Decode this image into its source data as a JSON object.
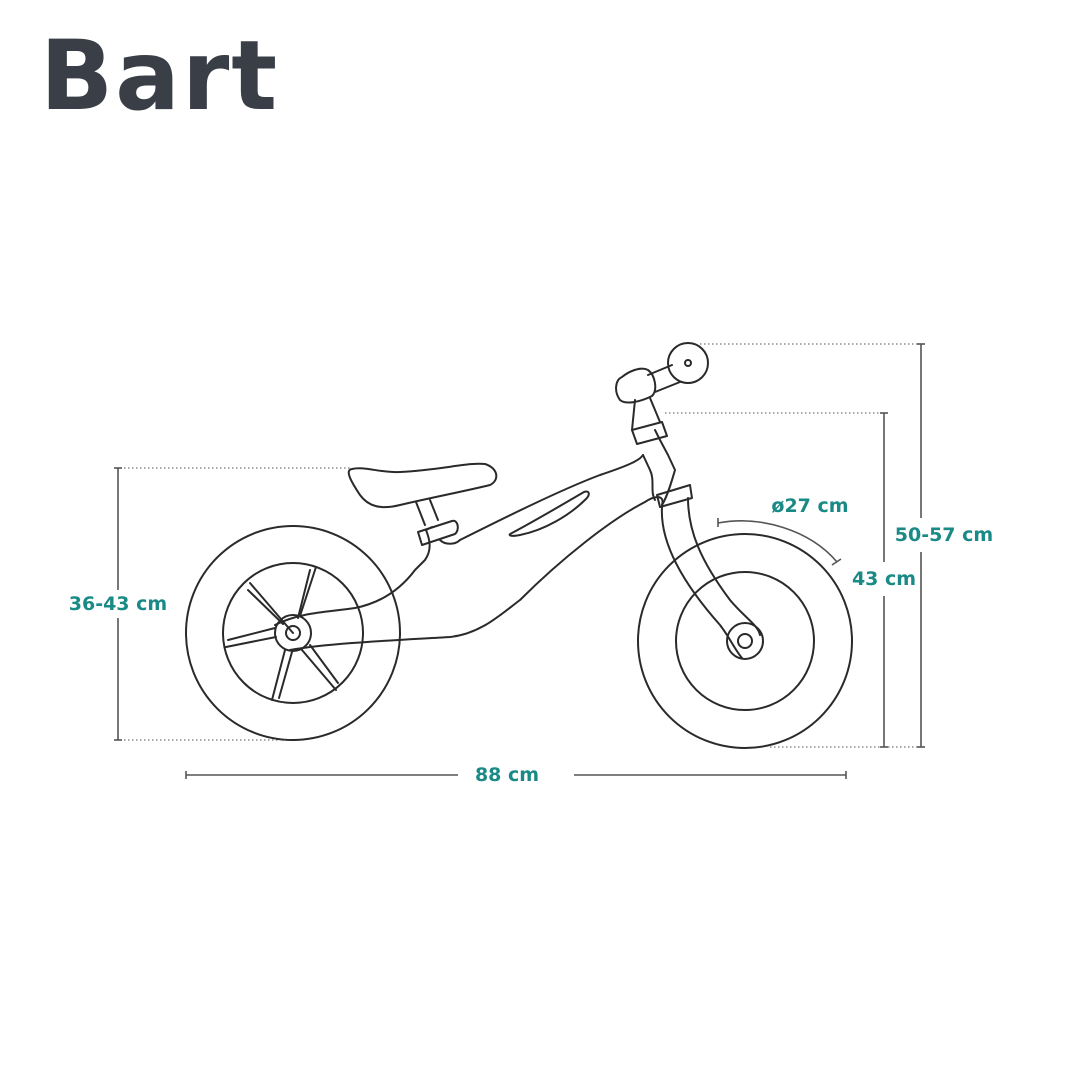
{
  "title": "Bart",
  "colors": {
    "title": "#3a3f47",
    "accent": "#1a8a86",
    "line": "#2a2a2a",
    "dim_line": "#555555",
    "background": "#ffffff"
  },
  "dimensions": {
    "seat_height": "36-43 cm",
    "length": "88 cm",
    "wheel_diameter": "ø27 cm",
    "frame_height": "43 cm",
    "handlebar_height": "50-57 cm"
  }
}
